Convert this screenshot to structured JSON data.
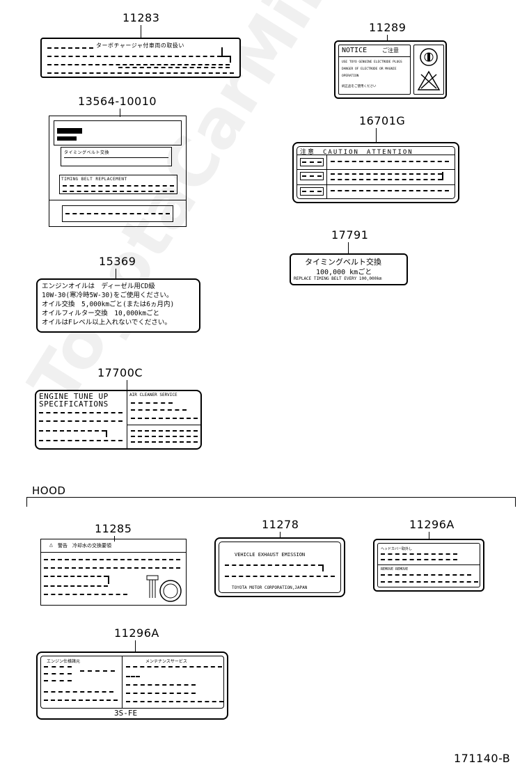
{
  "diagram": {
    "parts": {
      "p11283": "11283",
      "p13564": "13564-10010",
      "p15369": "15369",
      "p17700c": "17700C",
      "p11289": "11289",
      "p16701g": "16701G",
      "p17791": "17791",
      "p11285": "11285",
      "p11278": "11278",
      "p11296a_1": "11296A",
      "p11296a_2": "11296A"
    },
    "section_label": "HOOD",
    "diagram_code": "171140-B",
    "watermark": "ToyotaCarMine.ru"
  },
  "labels": {
    "l11283": {
      "title": "ターボチャージャ付車両の取扱い"
    },
    "l13564": {
      "line1": "タイミングベルト交換",
      "line2": "TIMING BELT REPLACEMENT"
    },
    "l15369": {
      "lines": [
        "エンジンオイルは　ディーゼル用CD級",
        "10W-30(寒冷時5W-30)をご使用ください。",
        " オイル交換　5,000kmごと(または6ヵ月内)",
        " オイルフィルター交換　10,000kmごと",
        "オイルはFレベル以上入れないでください。"
      ]
    },
    "l17700c": {
      "line1": "ENGINE TUNE UP",
      "line2": "SPECIFICATIONS",
      "side": "AIR CLEANER SERVICE"
    },
    "l11289": {
      "title": "NOTICE",
      "title_jp": "ご注意",
      "lines": [
        "USE TOYO GENUINE ELECTRODE PLUGS",
        "DANGER OF ELECTRODE OR MAGNIE",
        "OPERATION",
        "純正品をご使用ください"
      ]
    },
    "l16701g": {
      "header": "注意　CAUTION　ATTENTION"
    },
    "l17791": {
      "line1": "タイミングベルト交換",
      "line2": "100,000 kmごと",
      "line3": "REPLACE TIMING BELT EVERY 100,000km"
    },
    "l11285": {
      "header": "警告　冷却水の交換要領"
    },
    "l11278": {
      "title": "VEHICLE EXHAUST EMISSION",
      "footer": "TOYOTA MOTOR CORPORATION,JAPAN"
    },
    "l11296a_small": {
      "line1": "ヘッドカバー取外し",
      "line2": "REMOVE REMOVE"
    },
    "l11296a_large": {
      "left_head": "エンジン仕様諸元",
      "right_head": "メンテナンスサービス",
      "footer": "3S-FE"
    }
  }
}
